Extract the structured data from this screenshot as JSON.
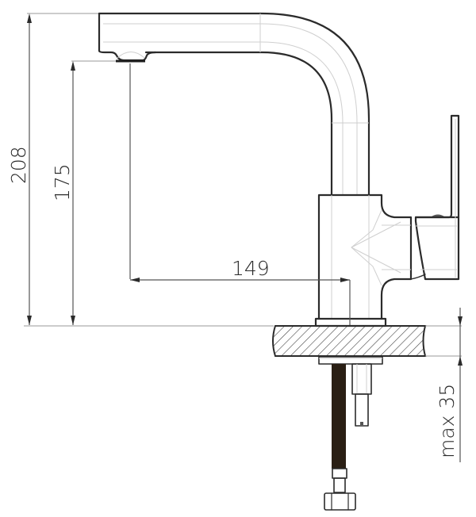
{
  "drawing": {
    "subject": "Kitchen faucet dimensional drawing",
    "colors": {
      "outline": "#2b2b2b",
      "construction": "#cfcfcf",
      "hose": "#2a1f14",
      "background": "#ffffff"
    }
  },
  "dimensions": {
    "total_height": "208",
    "spout_height": "175",
    "spout_reach": "149",
    "mount_thickness": "max 35"
  }
}
